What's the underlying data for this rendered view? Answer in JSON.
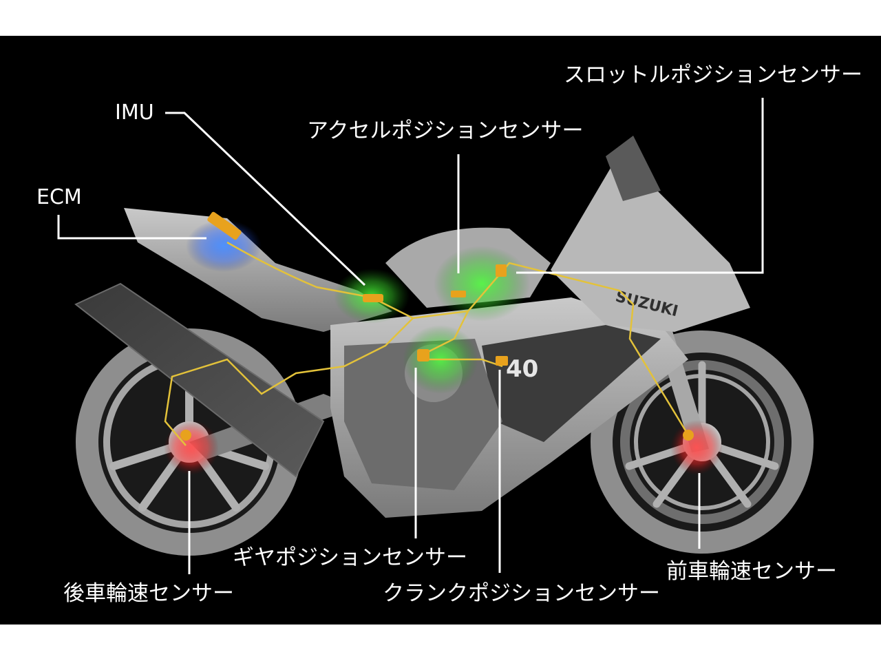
{
  "brand_text": "SUZUKI",
  "fairing_number": "40",
  "colors": {
    "background": "#000000",
    "page": "#ffffff",
    "leader_line": "#ffffff",
    "label_text": "#ffffff",
    "wiring": "#e3c23a",
    "sensor": "#e8a21d",
    "glow_green": "#4cff3a",
    "glow_blue": "#2f7bff",
    "glow_red": "#ff2e2e",
    "body": "#9b9b9b"
  },
  "labels": {
    "imu": "IMU",
    "ecm": "ECM",
    "accel_sensor": "アクセルポジションセンサー",
    "throttle_sensor": "スロットルポジションセンサー",
    "gear_sensor": "ギヤポジションセンサー",
    "crank_sensor": "クランクポジションセンサー",
    "rear_wheel_speed_sensor": "後車輪速センサー",
    "front_wheel_speed_sensor": "前車輪速センサー"
  }
}
